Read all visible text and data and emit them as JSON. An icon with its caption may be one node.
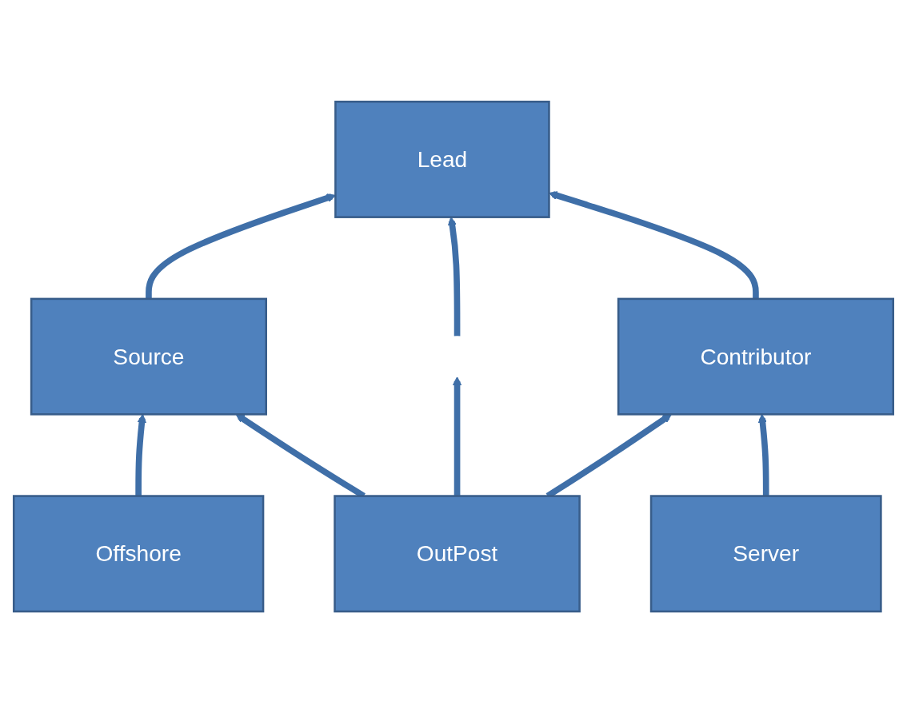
{
  "diagram": {
    "nodes": [
      {
        "text": [
          "Lead"
        ]
      },
      {
        "text": [
          "Source"
        ]
      },
      {
        "text": [
          "Contributor"
        ]
      },
      {
        "text": [
          "Offshore"
        ]
      },
      {
        "text": [
          "Server"
        ]
      },
      {
        "text": [
          "OutPost"
        ]
      }
    ],
    "edges": [
      {
        "from": 1,
        "to": 0,
        "arrow": "to"
      },
      {
        "from": 2,
        "to": 0,
        "arrow": "to"
      },
      {
        "from": null,
        "to": 0,
        "arrow": "to"
      },
      {
        "from": 3,
        "to": 1,
        "arrow": "to"
      },
      {
        "from": 5,
        "to": 1,
        "arrow": "to"
      },
      {
        "from": 5,
        "to": null,
        "arrow": "to"
      },
      {
        "from": 5,
        "to": 2,
        "arrow": "to"
      },
      {
        "from": 4,
        "to": 2,
        "arrow": "to"
      }
    ]
  }
}
